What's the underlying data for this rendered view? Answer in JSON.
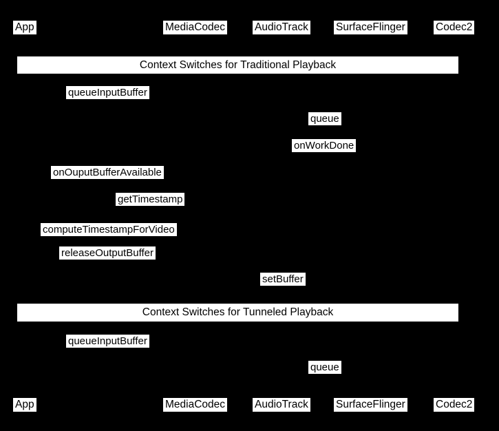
{
  "diagram": {
    "type": "sequence-diagram",
    "colors": {
      "background": "#000000",
      "label_background": "#ffffff",
      "label_text": "#000000"
    },
    "participants": {
      "top": [
        "App",
        "MediaCodec",
        "AudioTrack",
        "SurfaceFlinger",
        "Codec2"
      ],
      "bottom": [
        "App",
        "MediaCodec",
        "AudioTrack",
        "SurfaceFlinger",
        "Codec2"
      ]
    },
    "sections": [
      {
        "title": "Context Switches for Traditional Playback"
      },
      {
        "title": "Context Switches for Tunneled Playback"
      }
    ],
    "messages": {
      "traditional": [
        "queueInputBuffer",
        "queue",
        "onWorkDone",
        "onOuputBufferAvailable",
        "getTimestamp",
        "computeTimestampForVideo",
        "releaseOutputBuffer",
        "setBuffer"
      ],
      "tunneled": [
        "queueInputBuffer",
        "queue"
      ]
    }
  }
}
